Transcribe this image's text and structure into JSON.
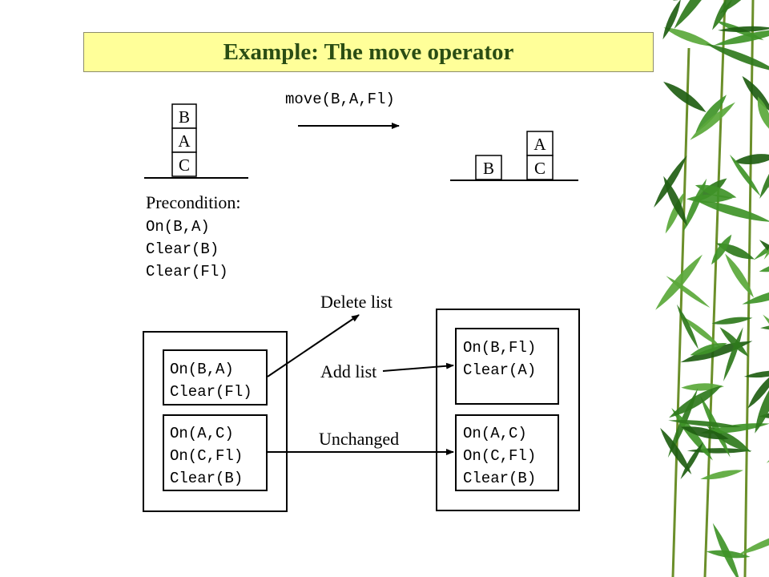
{
  "slide": {
    "title": "Example: The move operator"
  },
  "operator": {
    "label": "move(B,A,Fl)"
  },
  "initial_stack": [
    "B",
    "A",
    "C"
  ],
  "result_state": {
    "floor_block": "B",
    "stack": [
      "A",
      "C"
    ]
  },
  "precondition": {
    "heading": "Precondition:",
    "items": [
      "On(B,A)",
      "Clear(B)",
      "Clear(Fl)"
    ]
  },
  "before": {
    "delete_group": [
      "On(B,A)",
      "Clear(Fl)"
    ],
    "unchanged_group": [
      "On(A,C)",
      "On(C,Fl)",
      "Clear(B)"
    ]
  },
  "after": {
    "add_group": [
      "On(B,Fl)",
      "Clear(A)"
    ],
    "unchanged_group": [
      "On(A,C)",
      "On(C,Fl)",
      "Clear(B)"
    ]
  },
  "arrow_labels": {
    "delete": "Delete list",
    "add": "Add list",
    "unchanged": "Unchanged"
  },
  "decoration": {
    "leaf_colors": [
      "#2f7a1c",
      "#3f9428",
      "#1f5e12",
      "#5aa83a"
    ]
  }
}
